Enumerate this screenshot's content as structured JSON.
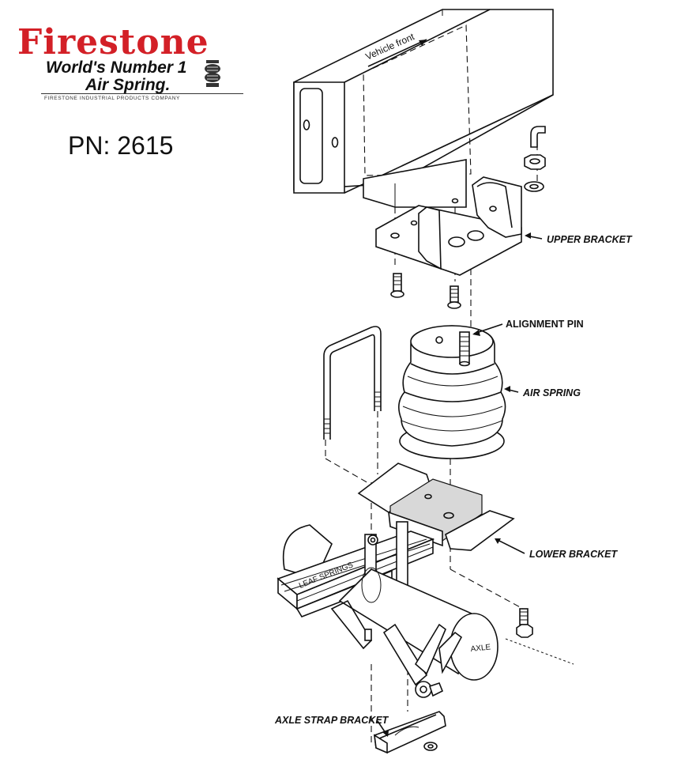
{
  "logo": {
    "brand": "Firestone",
    "tagline_line1": "World's Number 1",
    "tagline_line2": "Air Spring.",
    "company": "FIRESTONE INDUSTRIAL PRODUCTS COMPANY",
    "brand_color": "#d32027"
  },
  "part_number": "PN: 2615",
  "labels": {
    "vehicle_front": "Vehicle front",
    "upper_bracket": "UPPER BRACKET",
    "alignment_pin": "ALIGNMENT PIN",
    "air_spring": "AIR SPRING",
    "lower_bracket": "LOWER BRACKET",
    "leaf_springs": "LEAF SPRINGS",
    "axle": "AXLE",
    "axle_strap_bracket": "AXLE STRAP BRACKET"
  }
}
